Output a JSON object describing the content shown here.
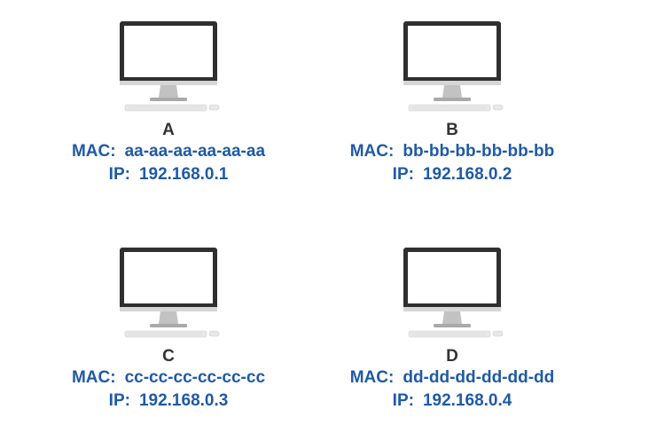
{
  "hosts": [
    {
      "name": "A",
      "mac_label": "MAC:",
      "mac": "aa-aa-aa-aa-aa-aa",
      "ip_label": "IP:",
      "ip": "192.168.0.1"
    },
    {
      "name": "B",
      "mac_label": "MAC:",
      "mac": "bb-bb-bb-bb-bb-bb",
      "ip_label": "IP:",
      "ip": "192.168.0.2"
    },
    {
      "name": "C",
      "mac_label": "MAC:",
      "mac": "cc-cc-cc-cc-cc-cc",
      "ip_label": "IP:",
      "ip": "192.168.0.3"
    },
    {
      "name": "D",
      "mac_label": "MAC:",
      "mac": "dd-dd-dd-dd-dd-dd",
      "ip_label": "IP:",
      "ip": "192.168.0.4"
    }
  ],
  "colors": {
    "text_blue": "#1f5aa6",
    "name_dark": "#333333",
    "monitor_frame": "#2f2f2f",
    "stand": "#b5b5b5",
    "keyboard": "#e3e3e3"
  },
  "icons": {
    "host_icon": "desktop-computer-icon"
  }
}
